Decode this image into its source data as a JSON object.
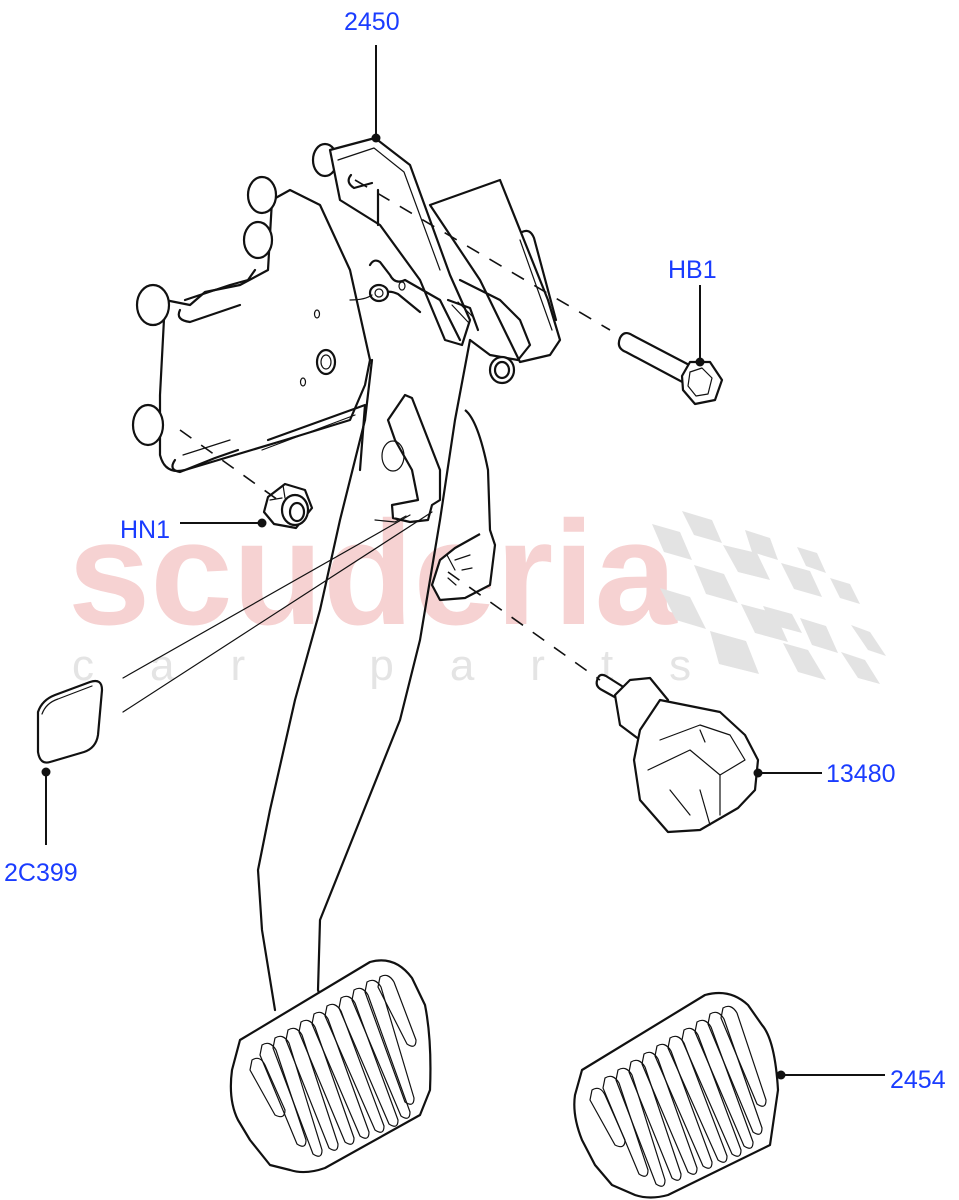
{
  "diagram": {
    "type": "exploded parts diagram",
    "subject": "pedal box assembly with brake pedal, pedal pads and stop lamp switch",
    "watermark": {
      "main_text": "scuderia",
      "sub_text": "car parts",
      "main_color": "#f6d2d2",
      "sub_color": "#e4e4e4",
      "flag_color": "#e3e3e3"
    },
    "line_color": "#111111",
    "label_color": "#1a3cff",
    "callouts": [
      {
        "id": "2450",
        "label": "2450",
        "part": "pedal box bracket"
      },
      {
        "id": "HB1",
        "label": "HB1",
        "part": "flanged bolt"
      },
      {
        "id": "HN1",
        "label": "HN1",
        "part": "flanged nut"
      },
      {
        "id": "2C399",
        "label": "2C399",
        "part": "pad"
      },
      {
        "id": "13480",
        "label": "13480",
        "part": "stop lamp switch"
      },
      {
        "id": "2454",
        "label": "2454",
        "part": "pedal pad"
      }
    ]
  }
}
